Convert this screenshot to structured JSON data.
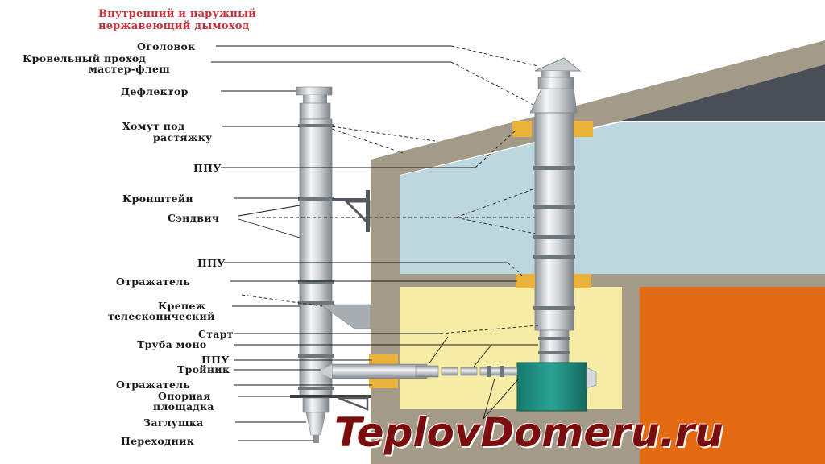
{
  "title": {
    "line1": "Внутренний и наружный",
    "line2": "нержавеющий дымоход"
  },
  "labels": {
    "ogolovok": "Оголовок",
    "roof_line1": "Кровельный проход",
    "roof_line2": "мастер-флеш",
    "deflector": "Дефлектор",
    "clamp_line1": "Хомут под",
    "clamp_line2": "растяжку",
    "ppu_top": "ППУ",
    "bracket": "Кронштейн",
    "sandwich": "Сэндвич",
    "ppu_mid": "ППУ",
    "reflector_top": "Отражатель",
    "telescopic_line1": "Крепеж",
    "telescopic_line2": "телескопический",
    "start": "Старт",
    "mono_pipe": "Труба моно",
    "ppu_low": "ППУ",
    "tee": "Тройник",
    "reflector_low": "Отражатель",
    "platform_line1": "Опорная",
    "platform_line2": "площадка",
    "plug": "Заглушка",
    "adapter": "Переходник"
  },
  "watermark": "TeplovDomeru.ru",
  "colors": {
    "title": "#c8303a",
    "watermark": "#7a0d0d",
    "wall": "#a59d8a",
    "attic_glass": "#bcd7dd",
    "room": "#f7eca6",
    "orange_panel": "#e36a10",
    "boiler": "#1f8f80",
    "ppu_block": "#e9b23a"
  }
}
